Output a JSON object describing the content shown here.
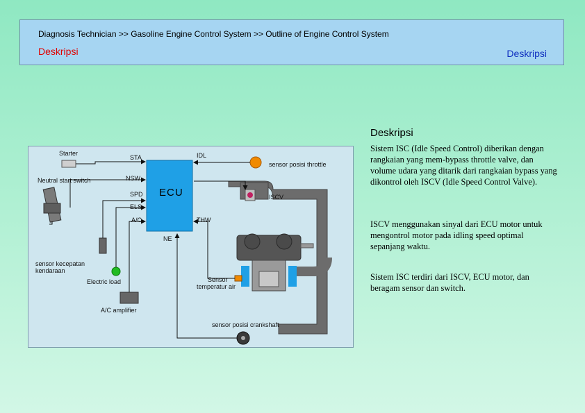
{
  "header": {
    "breadcrumb": "Diagnosis Technician >> Gasoline Engine Control System >> Outline of Engine Control System",
    "title_left": "Deskripsi",
    "title_right": "Deskripsi"
  },
  "diagram": {
    "ecu": "ECU",
    "labels": {
      "starter": "Starter",
      "sta": "STA",
      "idl": "IDL",
      "throttle_sensor": "sensor posisi throttle",
      "neutral_start_switch": "Neutral start switch",
      "nsw": "NSW",
      "iscv": "ISCV",
      "spd": "SPD",
      "els": "ELS",
      "ac": "A/C",
      "thw": "THW",
      "ne": "NE",
      "speed_sensor_1": "sensor kecepatan",
      "speed_sensor_2": "kendaraan",
      "electric_load": "Electric load",
      "temp_sensor_1": "Sensor",
      "temp_sensor_2": "temperatur air",
      "ac_amplifier": "A/C amplifier",
      "crank_sensor": "sensor posisi crankshaft"
    },
    "colors": {
      "ecu": "#1fa0e6",
      "pipe": "#6c6c6c",
      "throttle_sensor": "#f08a00",
      "electric_load": "#22bb22",
      "iscv": "#c02060"
    }
  },
  "description": {
    "title": "Deskripsi",
    "paragraphs": [
      "Sistem ISC (Idle Speed Control) diberikan dengan rangkaian yang mem-bypass throttle valve, dan volume udara yang ditarik dari rangkaian bypass yang dikontrol oleh ISCV (Idle Speed Control Valve).",
      "ISCV menggunakan sinyal dari ECU motor untuk mengontrol motor pada  idling speed optimal sepanjang waktu.",
      "Sistem ISC terdiri dari ISCV, ECU motor, dan beragam sensor dan switch."
    ]
  }
}
